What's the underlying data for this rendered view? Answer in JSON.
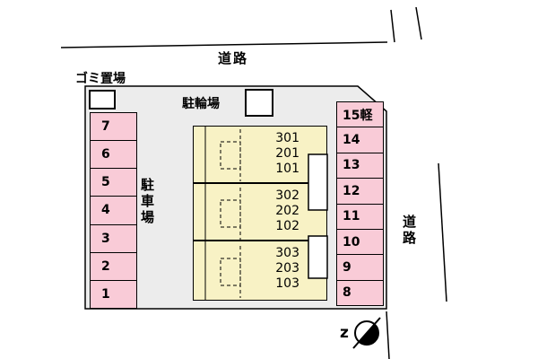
{
  "labels": {
    "garbage": "ゴミ置場",
    "road_top": "道路",
    "bicycle": "駐輪場",
    "parking_lot": "駐車場",
    "road_right": "道路",
    "compass": "z"
  },
  "parking_left": {
    "spaces": [
      "7",
      "6",
      "5",
      "4",
      "3",
      "2",
      "1"
    ]
  },
  "parking_right": {
    "spaces": [
      "15軽",
      "14",
      "13",
      "12",
      "11",
      "10",
      "9",
      "8"
    ]
  },
  "building": {
    "units": [
      {
        "rooms": [
          "301",
          "201",
          "101"
        ]
      },
      {
        "rooms": [
          "302",
          "202",
          "102"
        ]
      },
      {
        "rooms": [
          "303",
          "203",
          "103"
        ]
      }
    ]
  },
  "colors": {
    "stall_fill": "#f9cbd7",
    "building_fill": "#f8f2c5",
    "site_fill": "#ececec",
    "line": "#000000"
  }
}
